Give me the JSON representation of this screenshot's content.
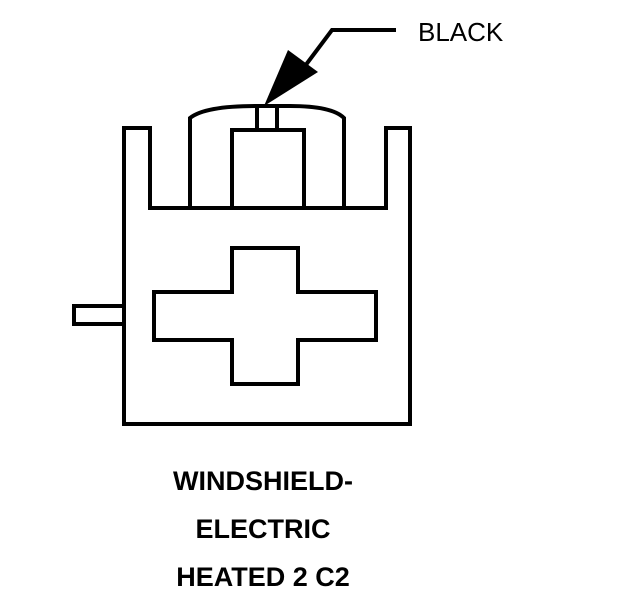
{
  "diagram": {
    "wire_color_label": "BLACK",
    "caption_lines": [
      "WINDSHIELD-",
      "ELECTRIC",
      "HEATED 2 C2"
    ],
    "line_color": "#000000",
    "background_color": "#ffffff"
  }
}
